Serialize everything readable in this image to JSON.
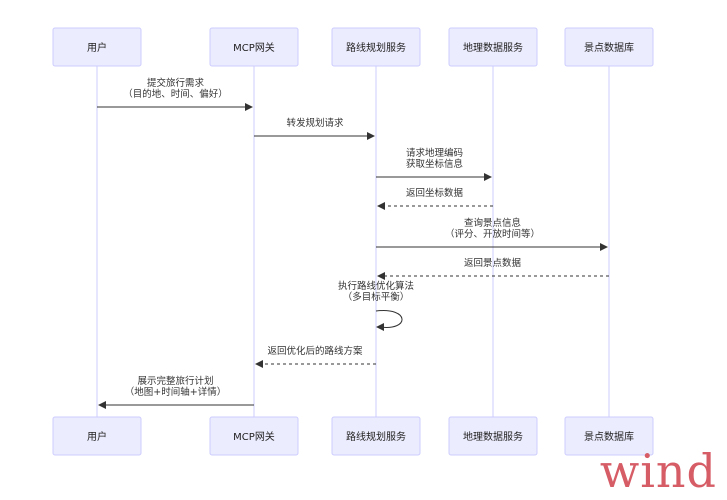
{
  "actors": [
    {
      "id": "user",
      "label": "用户"
    },
    {
      "id": "gateway",
      "label": "MCP网关"
    },
    {
      "id": "route",
      "label": "路线规划服务"
    },
    {
      "id": "geo",
      "label": "地理数据服务"
    },
    {
      "id": "poi",
      "label": "景点数据库"
    }
  ],
  "messages": [
    {
      "from": "user",
      "to": "gateway",
      "style": "solid",
      "lines": [
        "提交旅行需求",
        "（目的地、时间、偏好）"
      ]
    },
    {
      "from": "gateway",
      "to": "route",
      "style": "solid",
      "lines": [
        "转发规划请求"
      ]
    },
    {
      "from": "route",
      "to": "geo",
      "style": "solid",
      "lines": [
        "请求地理编码",
        "获取坐标信息"
      ]
    },
    {
      "from": "geo",
      "to": "route",
      "style": "dashed",
      "lines": [
        "返回坐标数据"
      ]
    },
    {
      "from": "route",
      "to": "poi",
      "style": "solid",
      "lines": [
        "查询景点信息",
        "（评分、开放时间等）"
      ]
    },
    {
      "from": "poi",
      "to": "route",
      "style": "dashed",
      "lines": [
        "返回景点数据"
      ]
    },
    {
      "from": "route",
      "to": "route",
      "style": "self",
      "lines": [
        "执行路线优化算法",
        "（多目标平衡）"
      ]
    },
    {
      "from": "route",
      "to": "gateway",
      "style": "dashed",
      "lines": [
        "返回优化后的路线方案"
      ]
    },
    {
      "from": "gateway",
      "to": "user",
      "style": "solid",
      "lines": [
        "展示完整旅行计划",
        "（地图+时间轴+详情）"
      ]
    }
  ],
  "watermark": "wind",
  "colors": {
    "actor_fill": "#ECECFF",
    "actor_stroke": "#CCCCFF",
    "line": "#333333",
    "watermark": "#d65c66"
  }
}
